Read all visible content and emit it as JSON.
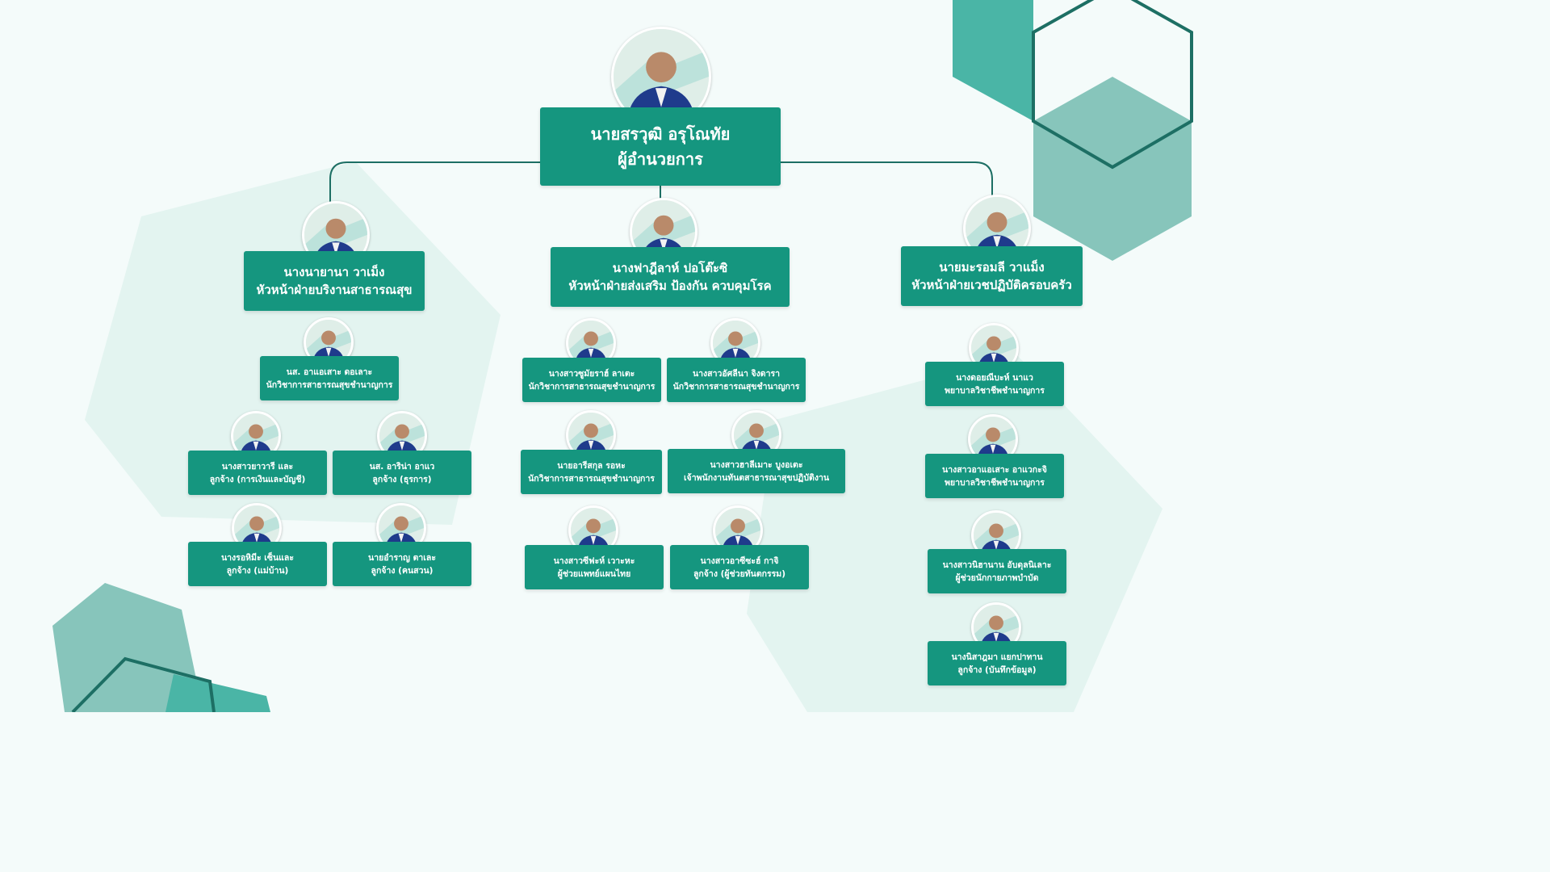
{
  "colors": {
    "box": "#15967f",
    "line": "#1d6f64",
    "hex_dark": "#4ab5a6",
    "hex_light": "#87c5bb",
    "bg_shape": "#e3f4f0",
    "background": "#f4fbfa"
  },
  "director": {
    "name": "นายสรวุฒิ อรุโณทัย",
    "title": "ผู้อำนวยการ"
  },
  "heads": [
    {
      "name": "นางนายานา วาเม็ง",
      "title": "หัวหน้าฝ่ายบริงานสาธารณสุข"
    },
    {
      "name": "นางฟาฎีลาห์ ปอโต๊ะซิ",
      "title": "หัวหน้าฝ่ายส่งเสริม ป้องกัน ควบคุมโรค"
    },
    {
      "name": "นายมะรอมลี วาแม็ง",
      "title": "หัวหน้าฝ่ายเวชปฏิบัติครอบครัว"
    }
  ],
  "staff": {
    "left": [
      {
        "name": "นส. อาแอเสาะ ดอเลาะ",
        "title": "นักวิชาการสาธารณสุขชำนาญการ"
      },
      {
        "name": "นางสาวยาวารี และ",
        "title": "ลูกจ้าง (การเงินและบัญชี)"
      },
      {
        "name": "นส. อาริน่า อาแว",
        "title": "ลูกจ้าง (ธุรการ)"
      },
      {
        "name": "นางรอหิมีะ เซ็นและ",
        "title": "ลูกจ้าง (แม่บ้าน)"
      },
      {
        "name": "นายอำราญ ตาเละ",
        "title": "ลูกจ้าง (คนสวน)"
      }
    ],
    "center": [
      {
        "name": "นางสาวซูมัยราฮ์ ลาเตะ",
        "title": "นักวิชาการสาธารณสุขชำนาญการ"
      },
      {
        "name": "นางสาวอัศลีนา จิงดารา",
        "title": "นักวิชาการสาธารณสุขชำนาญการ"
      },
      {
        "name": "นายอารีสกุล รอหะ",
        "title": "นักวิชาการสาธารณสุขชำนาญการ"
      },
      {
        "name": "นางสาวฮาลีเมาะ บูงอเตะ",
        "title": "เจ้าพนักงานทันตสาธารณาสุขปฏิบัติงาน"
      },
      {
        "name": "นางสาวซีฟะห์ เวาะหะ",
        "title": "ผู้ช่วยแพทย์แผนไทย"
      },
      {
        "name": "นางสาวอาซีซะฮ์ กาจิ",
        "title": "ลูกจ้าง (ผู้ช่วยทันตกรรม)"
      }
    ],
    "right": [
      {
        "name": "นางดอยณีบะห์ นาแว",
        "title": "พยาบาลวิชาชีพชำนาญการ"
      },
      {
        "name": "นางสาวอาแอเสาะ อาแวกะจิ",
        "title": "พยาบาลวิชาชีพชำนาญการ"
      },
      {
        "name": "นางสาวนิฮานาน อับดุลนิเลาะ",
        "title": "ผู้ช่วยนักกายภาพบำบัด"
      },
      {
        "name": "นางนิสาฎมา แยกปาทาน",
        "title": "ลูกจ้าง (บันทึกข้อมูล)"
      }
    ]
  }
}
